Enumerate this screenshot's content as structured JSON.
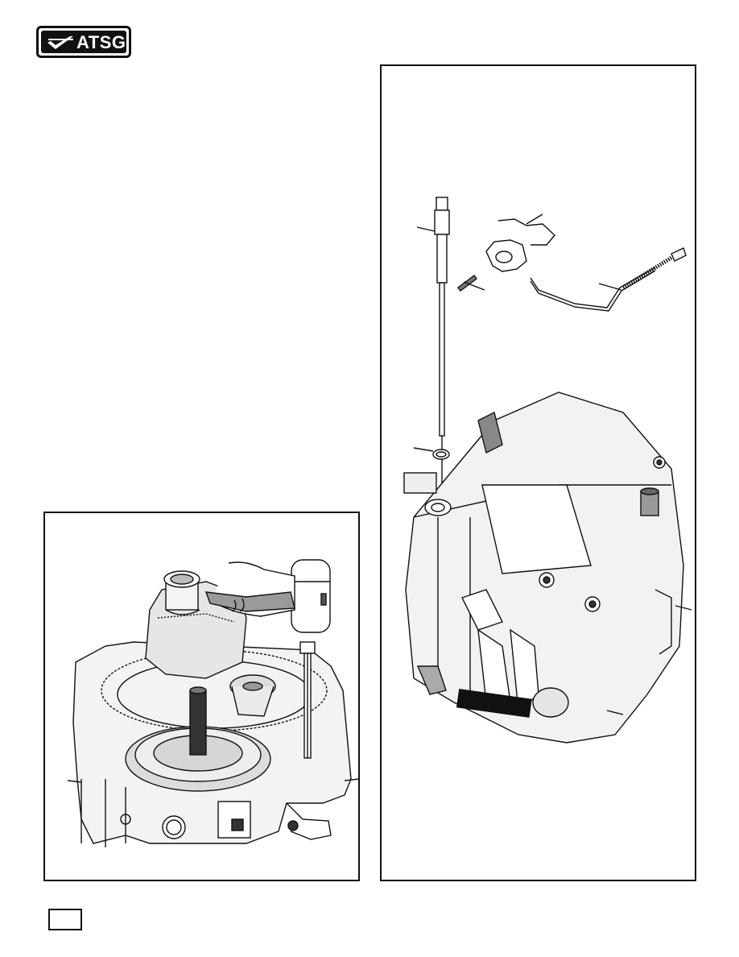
{
  "header": {
    "logo_text": "ATSG"
  },
  "figures": [
    {
      "id": "differential-bearing-install",
      "description_icon": "hammer-and-driver-illustration"
    },
    {
      "id": "shift-shaft-exploded-view",
      "description_icon": "transmission-case-illustration"
    }
  ],
  "footer": {
    "page_number": ""
  }
}
